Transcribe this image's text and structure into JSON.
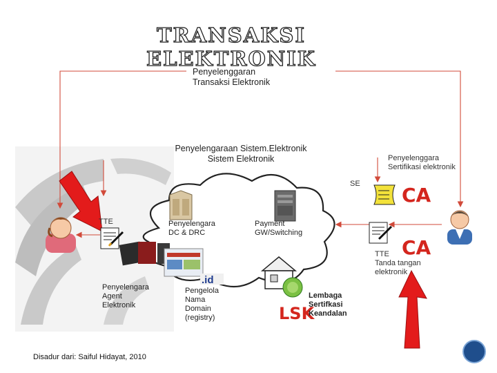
{
  "title": "TRANSAKSI ELEKTRONIK",
  "labels": {
    "penyelenggaran_te_line1": "Penyelenggaran",
    "penyelenggaran_te_line2": "Transaksi Elektronik",
    "penyelenggaraan_se_line1": "Penyelengaraan Sistem.Elektronik",
    "penyelenggaraan_se_line2": "Sistem Elektronik",
    "penyelenggara_sert_line1": "Penyelenggara",
    "penyelenggara_sert_line2": "Sertifikasi elektronik",
    "se": "SE",
    "tte_left": "TTE",
    "dc_drc_line1": "Penyelengara",
    "dc_drc_line2": "DC & DRC",
    "payment_line1": "Payment",
    "payment_line2": "GW/Switching",
    "tte_right_line1": "TTE",
    "tte_right_line2": "Tanda tangan",
    "tte_right_line3": "elektronik",
    "agent_line1": "Penyelengara",
    "agent_line2": "Agent",
    "agent_line3": "Elektronik",
    "domain_line1": "Pengelola",
    "domain_line2": "Nama",
    "domain_line3": "Domain",
    "domain_line4": "(registry)",
    "lsk_line1": "Lembaga",
    "lsk_line2": "Sertifkasi",
    "lsk_line3": "Keandalan",
    "ca_top": "CA",
    "ca_bottom": "CA",
    "lsk_logo": "LSK"
  },
  "caption": "Disadur dari: Saiful Hidayat, 2010",
  "colors": {
    "arrow_red": "#e31b1b",
    "line_red": "#d14a3a",
    "swirl_gray": "#c9c9c9",
    "ca_red": "#d4261e",
    "nav_blue": "#1f4e8c"
  },
  "icons": [
    "person-left-icon",
    "person-right-icon",
    "server-icon",
    "datacenter-icon",
    "house-icon",
    "document-pen-icon"
  ]
}
